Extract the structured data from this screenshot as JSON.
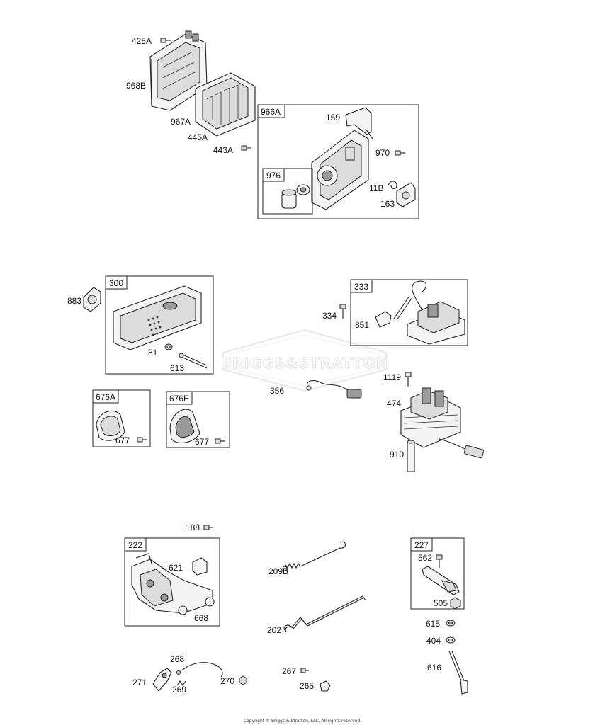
{
  "labels": {
    "p425A": "425A",
    "p968B": "968B",
    "p967A": "967A",
    "p445A": "445A",
    "p443A": "443A",
    "p966A": "966A",
    "p159": "159",
    "p970": "970",
    "p976": "976",
    "p11B": "11B",
    "p163": "163",
    "p883": "883",
    "p300": "300",
    "p81": "81",
    "p613": "613",
    "p333": "333",
    "p334": "334",
    "p851": "851",
    "p676A": "676A",
    "p677a": "677",
    "p676E": "676E",
    "p677b": "677",
    "p356": "356",
    "p1119": "1119",
    "p474": "474",
    "p910": "910",
    "p188": "188",
    "p222": "222",
    "p621": "621",
    "p668": "668",
    "p209B": "209B",
    "p202": "202",
    "p227": "227",
    "p562": "562",
    "p505": "505",
    "p615": "615",
    "p404": "404",
    "p616": "616",
    "p268": "268",
    "p271": "271",
    "p269": "269",
    "p270": "270",
    "p267": "267",
    "p265": "265"
  },
  "watermark": "BRIGGS&STRATTON",
  "copyright": "Copyright © Briggs & Stratton, LLC. All rights reserved."
}
